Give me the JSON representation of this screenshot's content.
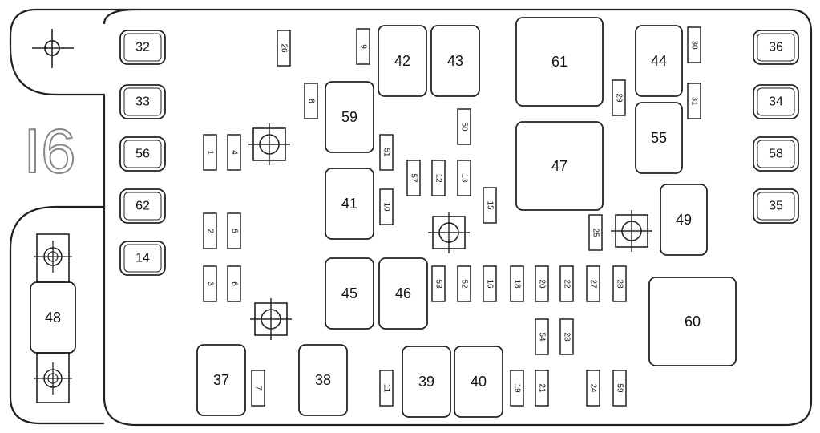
{
  "diagram": {
    "location_id": "I6",
    "side_fuses": [
      "32",
      "33",
      "56",
      "62",
      "14",
      "36",
      "34",
      "58",
      "35"
    ],
    "relays": [
      "42",
      "43",
      "61",
      "44",
      "59",
      "55",
      "47",
      "41",
      "49",
      "45",
      "46",
      "60",
      "37",
      "38",
      "39",
      "40",
      "48"
    ],
    "mini_fuses": [
      "26",
      "9",
      "30",
      "8",
      "29",
      "31",
      "50",
      "1",
      "4",
      "51",
      "57",
      "12",
      "13",
      "10",
      "15",
      "25",
      "2",
      "5",
      "3",
      "6",
      "53",
      "52",
      "16",
      "18",
      "20",
      "22",
      "27",
      "28",
      "54",
      "23",
      "7",
      "11",
      "19",
      "21",
      "24",
      "59"
    ]
  }
}
